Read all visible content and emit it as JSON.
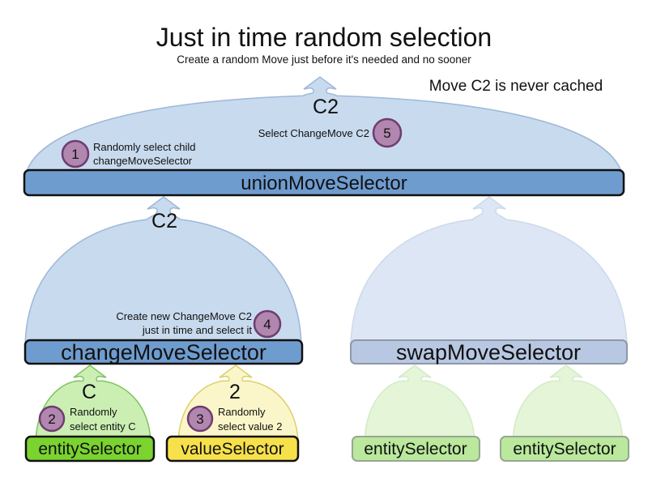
{
  "title": "Just in time random selection",
  "subtitle": "Create a random Move just before it's needed and no sooner",
  "warning": "Move C2 is never cached",
  "nodes": {
    "union": {
      "label": "unionMoveSelector",
      "output": "C2"
    },
    "change": {
      "label": "changeMoveSelector",
      "output": "C2"
    },
    "swap": {
      "label": "swapMoveSelector"
    },
    "entity": {
      "label": "entitySelector",
      "output": "C"
    },
    "value": {
      "label": "valueSelector",
      "output": "2"
    },
    "entity_faded_1": {
      "label": "entitySelector"
    },
    "entity_faded_2": {
      "label": "entitySelector"
    }
  },
  "steps": [
    {
      "num": "1",
      "text_lines": [
        "Randomly select child",
        "changeMoveSelector"
      ]
    },
    {
      "num": "2",
      "text_lines": [
        "Randomly",
        "select entity C"
      ]
    },
    {
      "num": "3",
      "text_lines": [
        "Randomly",
        "select value 2"
      ]
    },
    {
      "num": "4",
      "text_lines": [
        "Create new ChangeMove C2",
        "just in time and select it"
      ]
    },
    {
      "num": "5",
      "text_lines": [
        "Select ChangeMove C2"
      ]
    }
  ],
  "colors": {
    "dome_blue": "#c8daee",
    "dome_blue_stroke": "#9db8d8",
    "dome_blue_faded": "#dde6f4",
    "dome_blue_faded_stroke": "#cdd9ea",
    "box_blue": "#6f9ccf",
    "box_blue_stroke": "#101010",
    "box_blue_faded": "#b8c7e2",
    "box_blue_faded_stroke": "#8e98a7",
    "dome_green": "#cbefb3",
    "dome_green_stroke": "#7fc35f",
    "box_green": "#7ad32f",
    "dome_yellow": "#fbf6c9",
    "dome_yellow_stroke": "#ddcf69",
    "box_yellow": "#f7e14b",
    "dome_green_faded": "#e5f5d8",
    "dome_green_faded_stroke": "#d4eac6",
    "box_green_faded": "#bae89c",
    "box_green_faded_stroke": "#98a592",
    "faded_text": "#7f8790",
    "faded_text_green": "#848a7d",
    "circle_fill": "#b186af",
    "circle_stroke": "#6e3d72",
    "circle_number": "#512e57",
    "annotation": "#5e3a64",
    "warning_red": "#bb1b1b",
    "black_border": "#101010"
  }
}
